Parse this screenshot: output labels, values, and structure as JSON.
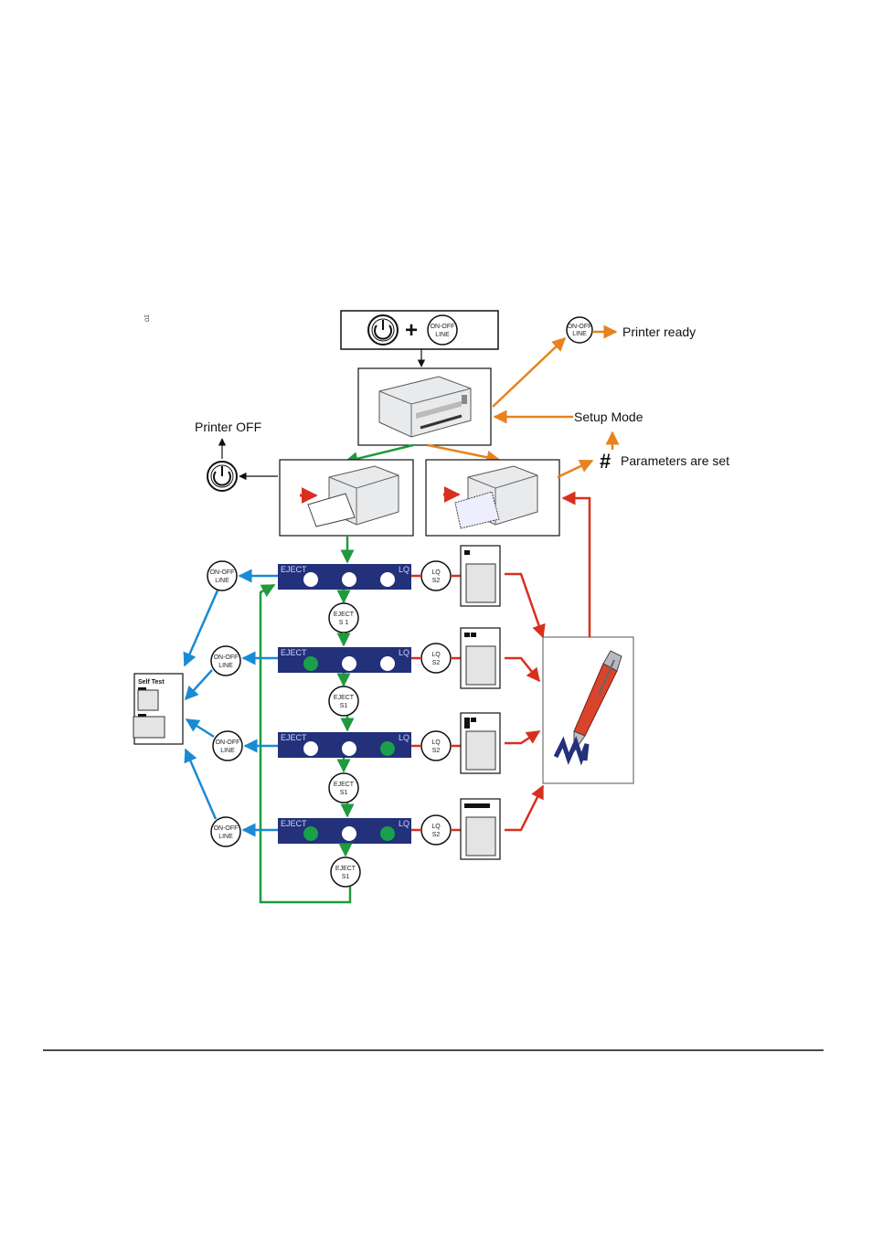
{
  "labels": {
    "printer_ready": "Printer ready",
    "setup_mode": "Setup Mode",
    "parameters_set": "Parameters are set",
    "printer_off": "Printer OFF",
    "self_test": "Self Test",
    "hash": "#",
    "corner_mark": "ΩΣ"
  },
  "buttons": {
    "on_off_line": [
      "ON-OFF",
      "LINE"
    ],
    "eject_s1": [
      "EJECT",
      "S 1"
    ],
    "eject_s1b": [
      "EJECT",
      "S1"
    ],
    "lq_s2": [
      "LQ",
      "S2"
    ],
    "lq_s2_first": [
      "LQ",
      "S2"
    ]
  },
  "panels": {
    "eject": "EJECT",
    "lq": "LQ",
    "rows": [
      {
        "leds": [
          "off",
          "off",
          "off"
        ]
      },
      {
        "leds": [
          "on",
          "off",
          "off"
        ]
      },
      {
        "leds": [
          "off",
          "off",
          "on"
        ]
      },
      {
        "leds": [
          "on",
          "off",
          "on"
        ]
      }
    ]
  },
  "colors": {
    "orange": "#e8821e",
    "green": "#1f9a3c",
    "blue": "#1a8ad4",
    "red": "#d8301e",
    "panel": "#23307a",
    "led_on": "#1aa04a"
  }
}
